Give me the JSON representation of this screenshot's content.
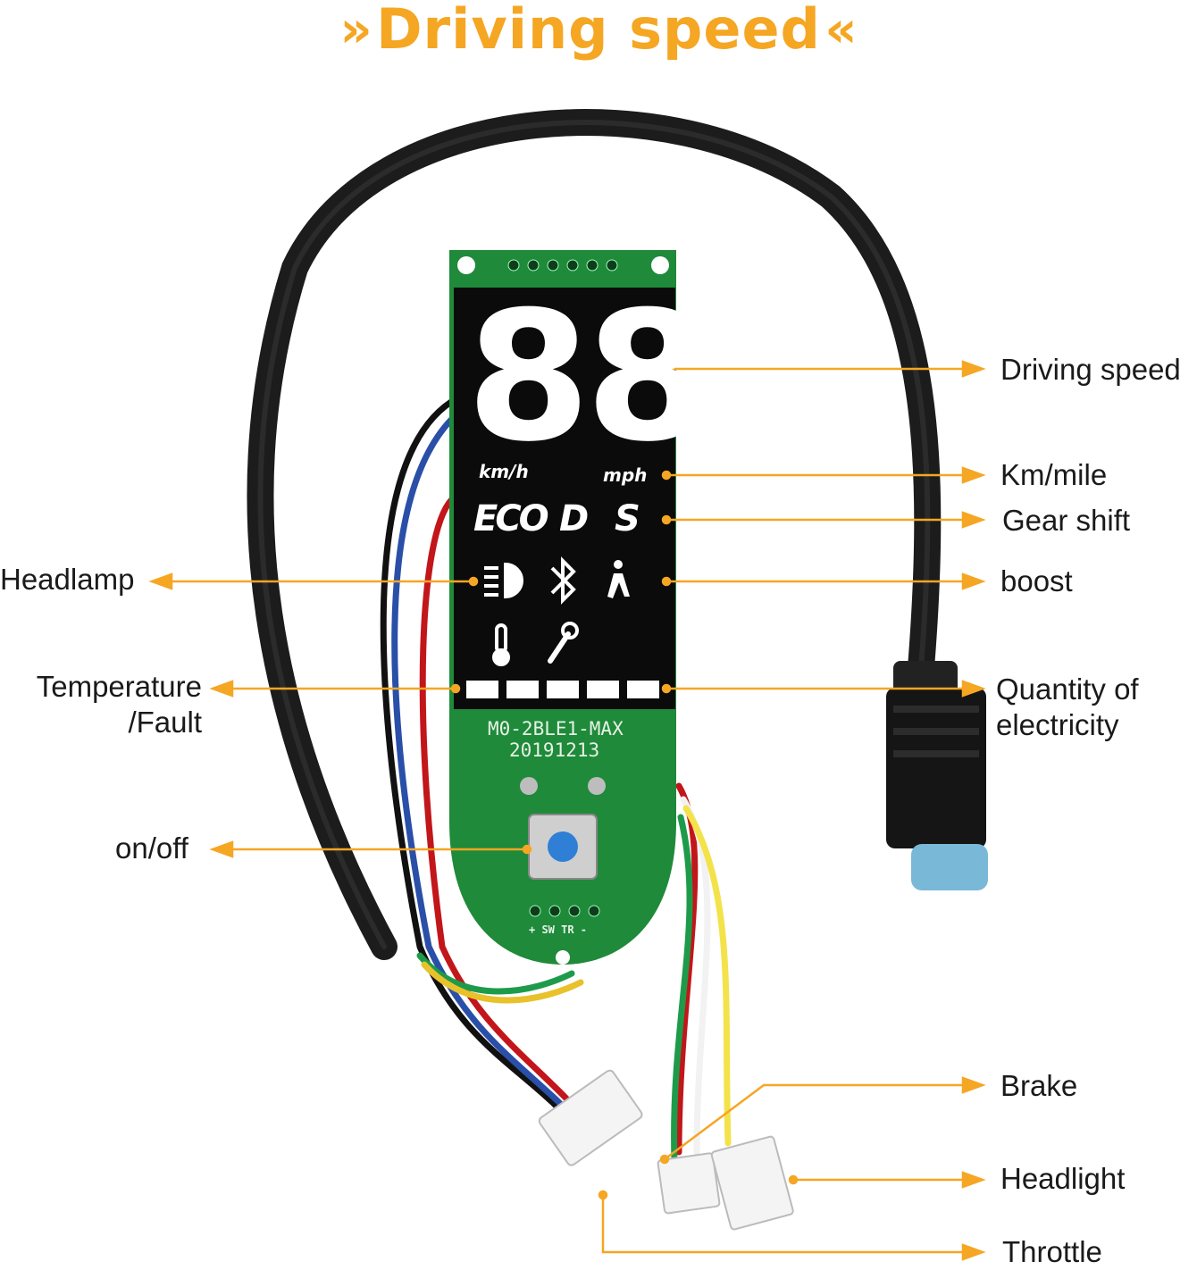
{
  "title": {
    "text": "Driving speed",
    "left_chevron": "»",
    "right_chevron": "«"
  },
  "labels": {
    "driving_speed": "Driving speed",
    "km_mile": "Km/mile",
    "gear_shift": "Gear shift",
    "boost": "boost",
    "quantity_line1": "Quantity of",
    "quantity_line2": "electricity",
    "headlamp": "Headlamp",
    "temperature_line1": "Temperature",
    "temperature_line2": "/Fault",
    "on_off": "on/off",
    "brake": "Brake",
    "headlight": "Headlight",
    "throttle": "Throttle"
  },
  "display": {
    "speed_digits": "88",
    "unit_kmh": "km/h",
    "unit_mph": "mph",
    "gear_eco": "ECO",
    "gear_d": "D",
    "gear_s": "S"
  },
  "board": {
    "model": "M0-2BLE1-MAX",
    "date": "20191213",
    "pins": "+ SW TR -"
  },
  "colors": {
    "accent": "#f5a623",
    "pcb": "#1f8a3a",
    "lcd": "#0b0b0b",
    "cable": "#1c1c1c",
    "connector_tip": "#7ab8d8"
  }
}
